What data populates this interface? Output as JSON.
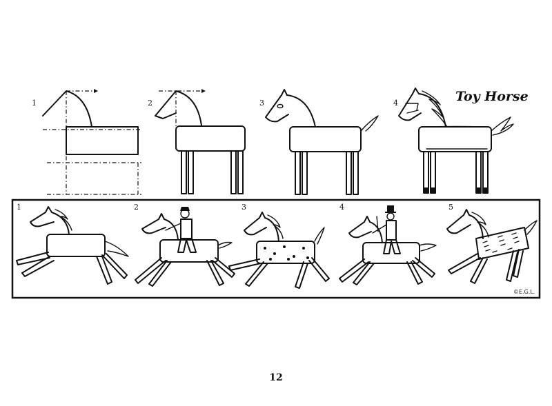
{
  "title": "Toy Horse",
  "page_number": "12",
  "copyright": "©E.G.L.",
  "top_steps": [
    "1",
    "2",
    "3",
    "4"
  ],
  "bottom_examples": [
    "1",
    "2",
    "3",
    "4",
    "5"
  ]
}
